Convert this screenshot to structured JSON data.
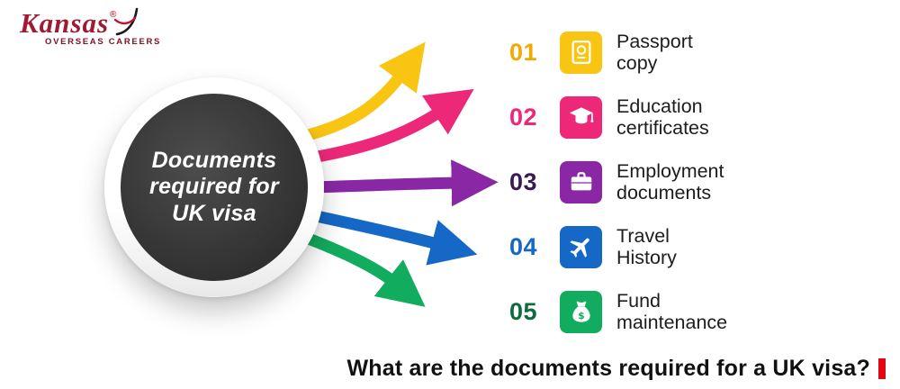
{
  "logo": {
    "brand": "Kansas",
    "registered": "®",
    "tagline": "OVERSEAS CAREERS",
    "brand_color": "#9E1B32"
  },
  "center": {
    "title_lines": [
      "Documents",
      "required for",
      "UK visa"
    ],
    "circle_color": "#2e2e2e",
    "text_color": "#FFFFFF"
  },
  "items": [
    {
      "number": "01",
      "label": "Passport copy",
      "label_lines": [
        "Passport",
        "copy"
      ],
      "color": "#F9C513",
      "number_color": "#F5A800",
      "icon": "passport-icon"
    },
    {
      "number": "02",
      "label": "Education certificates",
      "label_lines": [
        "Education",
        "certificates"
      ],
      "color": "#ED2878",
      "number_color": "#ED2878",
      "icon": "graduation-cap-icon"
    },
    {
      "number": "03",
      "label": "Employment documents",
      "label_lines": [
        "Employment",
        "documents"
      ],
      "color": "#8A27A5",
      "number_color": "#3A1A52",
      "icon": "briefcase-icon"
    },
    {
      "number": "04",
      "label": "Travel History",
      "label_lines": [
        "Travel",
        "History"
      ],
      "color": "#1568C6",
      "number_color": "#1568C6",
      "icon": "airplane-icon"
    },
    {
      "number": "05",
      "label": "Fund maintenance",
      "label_lines": [
        "Fund",
        "maintenance"
      ],
      "color": "#12AC5E",
      "number_color": "#0E6B3E",
      "icon": "money-bag-icon"
    }
  ],
  "footer": {
    "question": "What are the documents required for a UK visa?",
    "accent_color": "#E30613"
  }
}
